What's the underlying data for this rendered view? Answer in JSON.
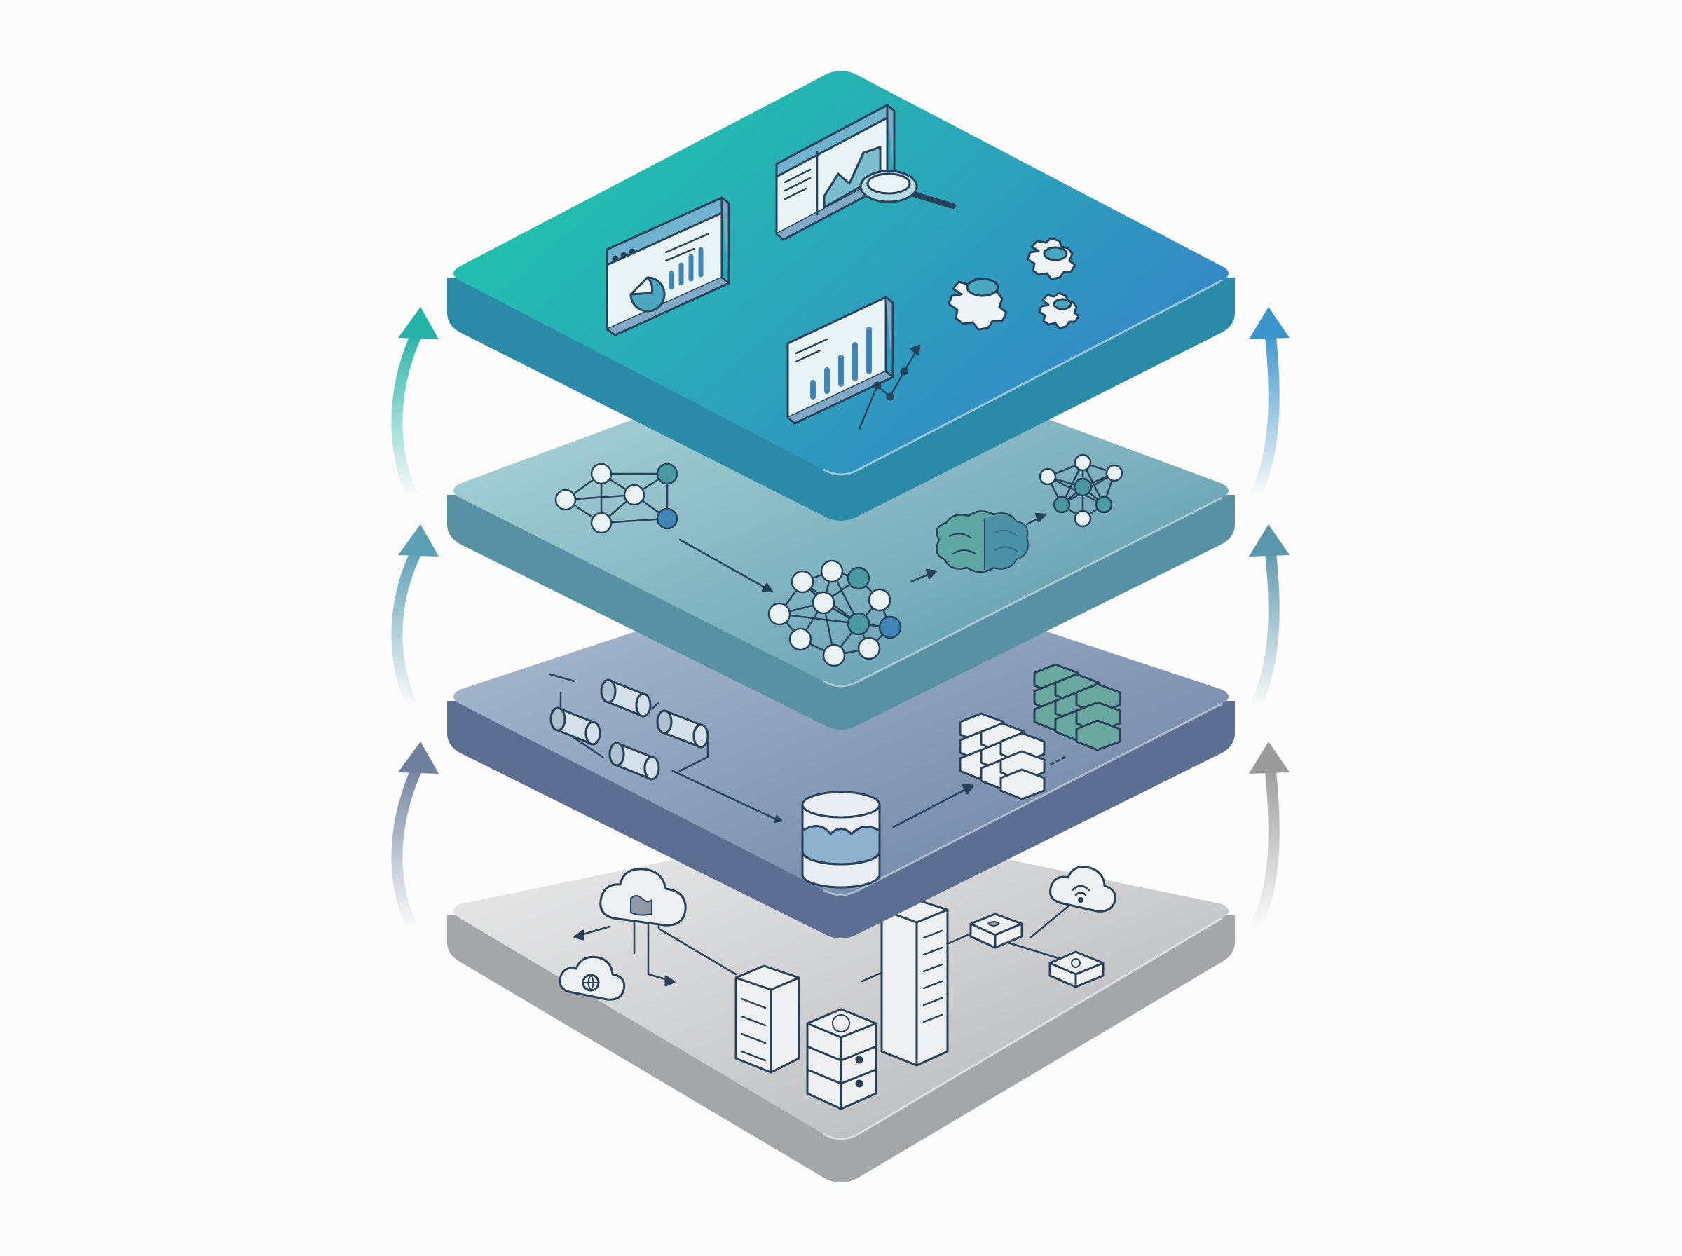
{
  "diagram": {
    "style": "isometric-layer-stack",
    "background": "#fbfcfb",
    "stroke_color": "#27415a",
    "layers": [
      {
        "id": "infrastructure",
        "order": 1,
        "gradient": [
          "#e6e6e6",
          "#b9b9bd"
        ],
        "side_color": "#a9aaae",
        "icons": [
          "cloud-storage-icon",
          "cloud-network-icon",
          "server-rack-icon",
          "server-rack-icon",
          "stacked-servers-icon",
          "network-switch-icon",
          "cloud-wifi-icon",
          "router-icon"
        ]
      },
      {
        "id": "data",
        "order": 2,
        "gradient": [
          "#a3b5cd",
          "#6f83a5"
        ],
        "side_color": "#5e7194",
        "icons": [
          "pipeline-icon",
          "database-icon",
          "storage-blocks-icon"
        ]
      },
      {
        "id": "models",
        "order": 3,
        "gradient": [
          "#a7d2d6",
          "#5d9aaf"
        ],
        "side_color": "#5a95a6",
        "icons": [
          "small-network-icon",
          "neural-network-icon",
          "brain-icon",
          "network-graph-icon"
        ]
      },
      {
        "id": "applications",
        "order": 4,
        "gradient": [
          "#22c6ae",
          "#3482c8"
        ],
        "side_color": "#2a8aa9",
        "icons": [
          "dashboard-icon",
          "analytics-search-icon",
          "gears-icon",
          "report-chart-icon"
        ]
      }
    ],
    "arrows": [
      {
        "side": "left",
        "from": "infrastructure",
        "to": "data",
        "color": "#6f819f"
      },
      {
        "side": "left",
        "from": "data",
        "to": "models",
        "color": "#5b9fb5"
      },
      {
        "side": "left",
        "from": "models",
        "to": "applications",
        "color": "#25b3a6"
      },
      {
        "side": "right",
        "from": "infrastructure",
        "to": "data",
        "color": "#9a9a9a"
      },
      {
        "side": "right",
        "from": "data",
        "to": "models",
        "color": "#5a97ad"
      },
      {
        "side": "right",
        "from": "models",
        "to": "applications",
        "color": "#3a95cc"
      }
    ]
  }
}
